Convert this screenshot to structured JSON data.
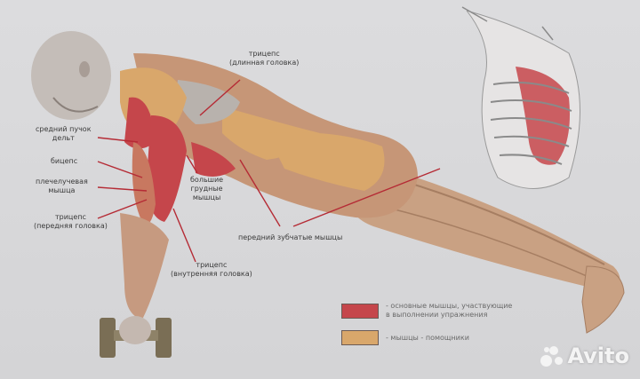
{
  "colors": {
    "background": "#d8d8da",
    "primary_muscle": "#c5464b",
    "secondary_muscle": "#d9a76b",
    "body_tone": "#c9a183",
    "leader_line": "#b52b35"
  },
  "labels": {
    "triceps_long": "трицепс\n(длинная головка)",
    "deltoid_middle": "средний пучок\nдельт",
    "biceps": "бицепс",
    "brachioradialis": "плечелучевая\nмышца",
    "triceps_lateral": "трицепс\n(передняя головка)",
    "pectoralis": "большие\nгрудные\nмышцы",
    "serratus": "передний зубчатые мышцы",
    "triceps_medial": "трицепс\n(внутренняя головка)"
  },
  "legend": {
    "primary": {
      "color": "#c5464b",
      "text": "- основные мышцы, участвующие\nв выполнении упражнения"
    },
    "secondary": {
      "color": "#d9a76b",
      "text": "- мышцы - помощники"
    }
  },
  "watermark": {
    "text": "Avito",
    "icon": "avito-logo-icon"
  }
}
